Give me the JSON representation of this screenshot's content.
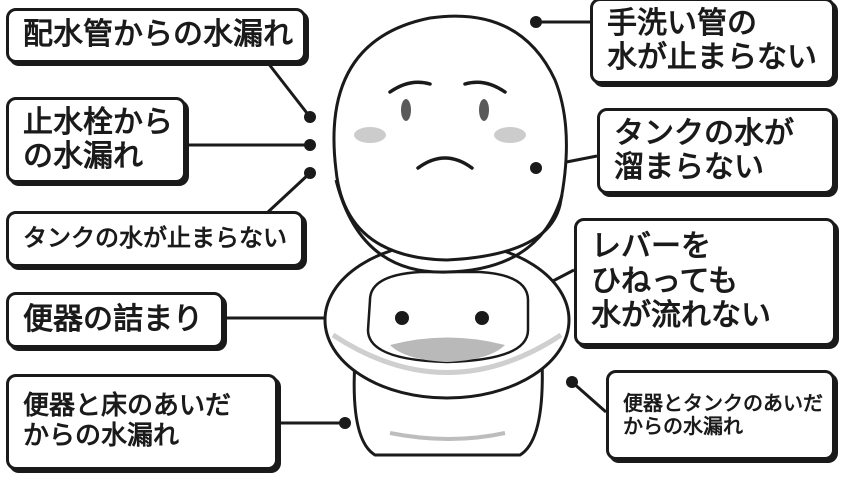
{
  "labels": {
    "pipe_leak": "配水管からの水漏れ",
    "valve_leak": [
      "止水栓から",
      "の水漏れ"
    ],
    "tank_not_stop": "タンクの水が止まらない",
    "bowl_clog": "便器の詰まり",
    "floor_leak": [
      "便器と床のあいだ",
      "からの水漏れ"
    ],
    "hand_wash": [
      "手洗い管の",
      "水が止まらない"
    ],
    "tank_not_fill": [
      "タンクの水が",
      "溜まらない"
    ],
    "lever_no_flow": [
      "レバーを",
      "ひねっても",
      "水が流れない"
    ],
    "tank_bowl_leak": [
      "便器とタンクのあいだ",
      "からの水漏れ"
    ]
  },
  "colors": {
    "ink": "#1a1a1a",
    "toilet_fill": "#ffffff",
    "toilet_shadow": "#cfcfcf",
    "cheek": "#cccccc",
    "water": "#b9b9b9",
    "eye": "#5a5a5a"
  }
}
